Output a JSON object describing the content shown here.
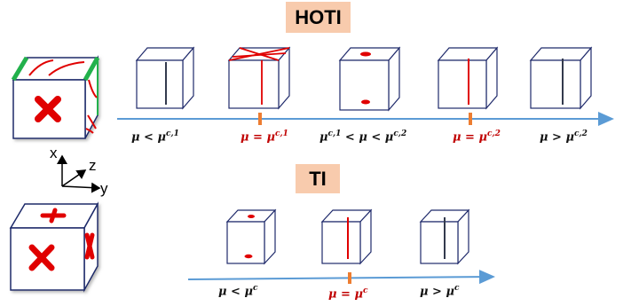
{
  "titles": {
    "hoti": "HOTI",
    "ti": "TI"
  },
  "axis_labels": {
    "x": "x",
    "y": "y",
    "z": "z"
  },
  "hoti_labels": [
    {
      "mu": "μ < μ",
      "sup": "c,1",
      "color": "black"
    },
    {
      "mu": "μ = μ",
      "sup": "c,1",
      "color": "red"
    },
    {
      "pre": "μ",
      "presup": "c,1",
      "mu": " < μ < μ",
      "sup": "c,2",
      "color": "black"
    },
    {
      "mu": "μ = μ",
      "sup": "c,2",
      "color": "red"
    },
    {
      "mu": "μ > μ",
      "sup": "c,2",
      "color": "black"
    }
  ],
  "ti_labels": [
    {
      "mu": "μ < μ",
      "sup": "c",
      "color": "black"
    },
    {
      "mu": "μ = μ",
      "sup": "c",
      "color": "red"
    },
    {
      "mu": "μ > μ",
      "sup": "c",
      "color": "black"
    }
  ],
  "colors": {
    "axis": "#5b9bd5",
    "tick": "#ed7d31",
    "red": "#e00000",
    "edge": "#1f2a6b",
    "green": "#22b14c",
    "dark_line": "#333a4d"
  }
}
